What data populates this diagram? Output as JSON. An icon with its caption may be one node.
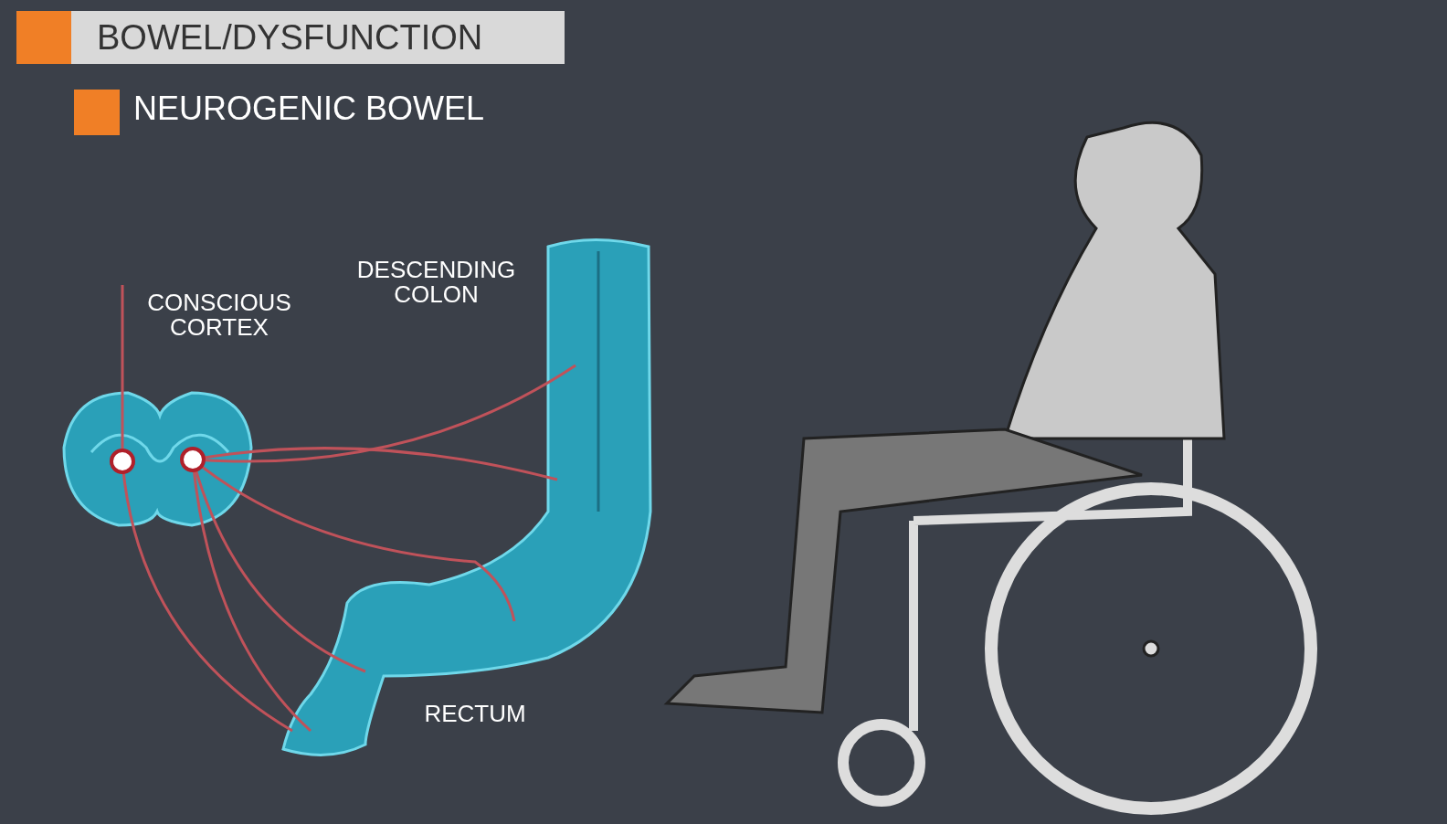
{
  "diagram": {
    "title": "BOWEL/DYSFUNCTION",
    "labels": [
      "NEUROGENIC BOWEL",
      "CONSCIOUS CORTEX",
      "DESCENDING COLON",
      "RECTUM"
    ]
  }
}
